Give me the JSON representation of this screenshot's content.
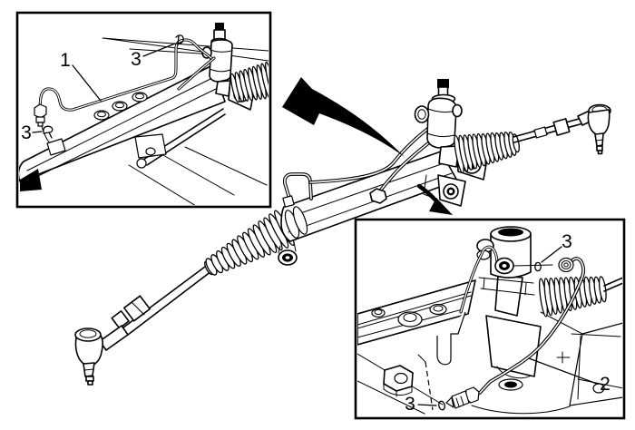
{
  "figure": {
    "description": "Rack and pinion steering gear assembly with two detail views of the hydraulic cylinder pipes",
    "background_color": "#ffffff",
    "line_color": "#000000"
  },
  "callouts": {
    "top_left_inset": [
      {
        "item": "steering-gear-pipe",
        "label": "1"
      },
      {
        "item": "pipe-retainer-upper",
        "label": "3"
      },
      {
        "item": "pipe-retainer-lower",
        "label": "3"
      }
    ],
    "bottom_right_inset": [
      {
        "item": "pipe-o-ring-upper",
        "label": "3"
      },
      {
        "item": "steering-gear-pipe",
        "label": "2"
      },
      {
        "item": "pipe-o-ring-lower",
        "label": "3"
      }
    ]
  }
}
